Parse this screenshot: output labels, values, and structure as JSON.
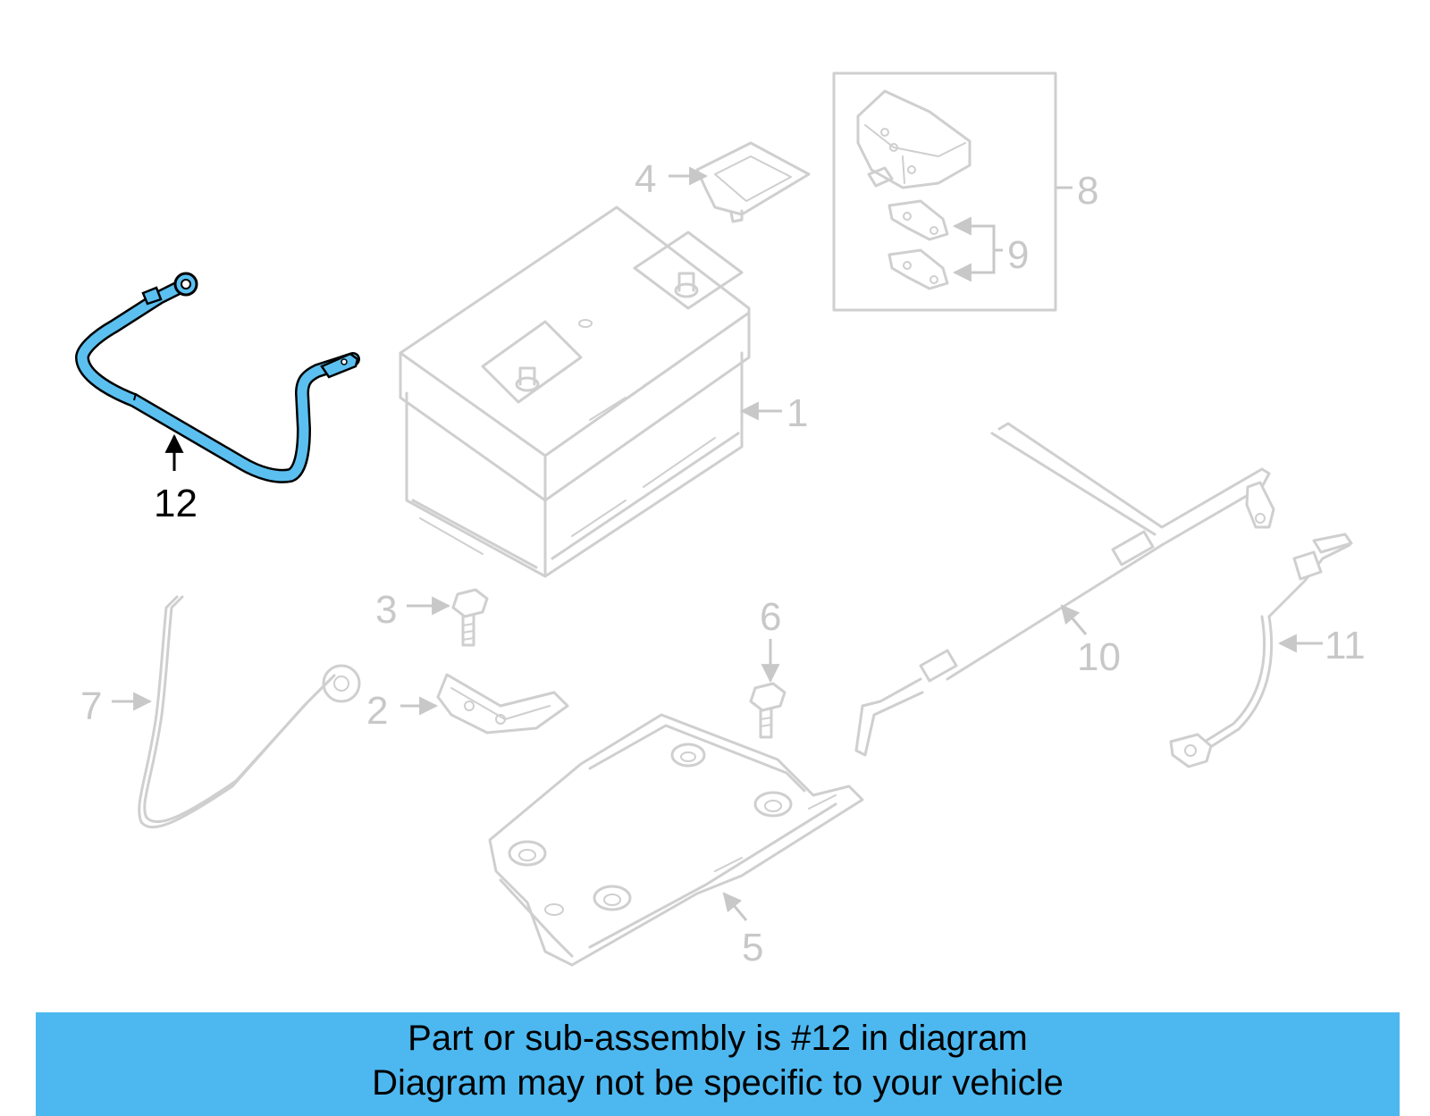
{
  "colors": {
    "highlight": "#5bc0f0",
    "ghost": "#cfcfcf",
    "banner": "#4db8f0"
  },
  "callouts": {
    "c1": "1",
    "c2": "2",
    "c3": "3",
    "c4": "4",
    "c5": "5",
    "c6": "6",
    "c7": "7",
    "c8": "8",
    "c9": "9",
    "c10": "10",
    "c11": "11",
    "c12": "12"
  },
  "caption": {
    "line1": "Part or sub-assembly is #12 in diagram",
    "line2": "Diagram may not be specific to your vehicle"
  }
}
